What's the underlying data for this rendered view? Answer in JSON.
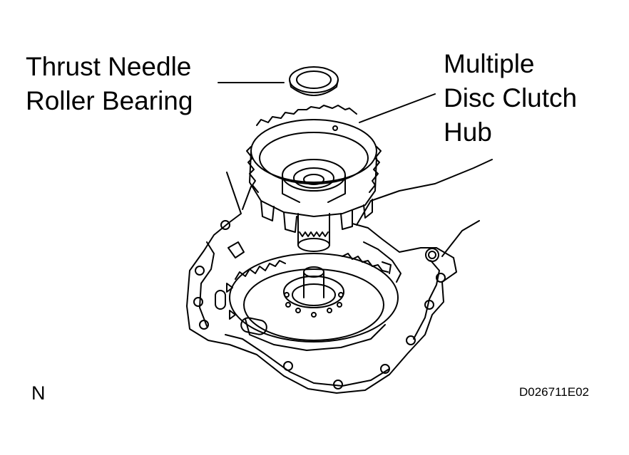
{
  "labels": {
    "bearing_line1": "Thrust Needle",
    "bearing_line2": "Roller Bearing",
    "hub_line1": "Multiple",
    "hub_line2": "Disc Clutch",
    "hub_line3": "Hub"
  },
  "corner_mark": "N",
  "figure_code": "D026711E02"
}
